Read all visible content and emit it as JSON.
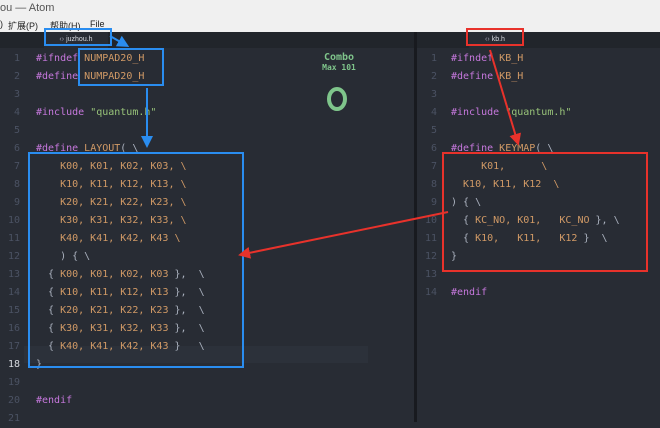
{
  "window": {
    "title": "ou — Atom"
  },
  "menu": [
    {
      "label": ")"
    },
    {
      "label": "扩展(P)"
    },
    {
      "label": "帮助(H)"
    },
    {
      "label": "File"
    }
  ],
  "tabs": {
    "left": "juzhou.h",
    "right": "kb.h"
  },
  "combo": {
    "label": "Combo",
    "max": "Max 101",
    "count": "0"
  },
  "left": {
    "numbers": [
      "1",
      "2",
      "3",
      "4",
      "5",
      "6",
      "7",
      "8",
      "9",
      "10",
      "11",
      "12",
      "13",
      "14",
      "15",
      "16",
      "17",
      "18",
      "19",
      "20",
      "21"
    ],
    "current_line": "18",
    "lines": [
      [
        {
          "t": "#ifndef ",
          "c": "kw"
        },
        {
          "t": "NUMPAD20_H",
          "c": "cst"
        }
      ],
      [
        {
          "t": "#define ",
          "c": "kw"
        },
        {
          "t": "NUMPAD20_H",
          "c": "cst"
        }
      ],
      [],
      [
        {
          "t": "#include ",
          "c": "kw"
        },
        {
          "t": "\"quantum.h\"",
          "c": "str"
        }
      ],
      [],
      [
        {
          "t": "#define ",
          "c": "kw"
        },
        {
          "t": "LAYOUT",
          "c": "cst"
        },
        {
          "t": "( \\",
          "c": "pn"
        }
      ],
      [
        {
          "t": "    K00, K01, K02, K03, \\",
          "c": "cst"
        }
      ],
      [
        {
          "t": "    K10, K11, K12, K13, \\",
          "c": "cst"
        }
      ],
      [
        {
          "t": "    K20, K21, K22, K23, \\",
          "c": "cst"
        }
      ],
      [
        {
          "t": "    K30, K31, K32, K33, \\",
          "c": "cst"
        }
      ],
      [
        {
          "t": "    K40, K41, K42, K43 \\",
          "c": "cst"
        }
      ],
      [
        {
          "t": "    ) { \\",
          "c": "pn"
        }
      ],
      [
        {
          "t": "  { ",
          "c": "pn"
        },
        {
          "t": "K00, K01, K02, K03",
          "c": "cst"
        },
        {
          "t": " },  \\",
          "c": "pn"
        }
      ],
      [
        {
          "t": "  { ",
          "c": "pn"
        },
        {
          "t": "K10, K11, K12, K13",
          "c": "cst"
        },
        {
          "t": " },  \\",
          "c": "pn"
        }
      ],
      [
        {
          "t": "  { ",
          "c": "pn"
        },
        {
          "t": "K20, K21, K22, K23",
          "c": "cst"
        },
        {
          "t": " },  \\",
          "c": "pn"
        }
      ],
      [
        {
          "t": "  { ",
          "c": "pn"
        },
        {
          "t": "K30, K31, K32, K33",
          "c": "cst"
        },
        {
          "t": " },  \\",
          "c": "pn"
        }
      ],
      [
        {
          "t": "  { ",
          "c": "pn"
        },
        {
          "t": "K40, K41, K42, K43",
          "c": "cst"
        },
        {
          "t": " }   \\",
          "c": "pn"
        }
      ],
      [
        {
          "t": "}",
          "c": "pn"
        }
      ],
      [],
      [
        {
          "t": "#endif",
          "c": "kw"
        }
      ],
      []
    ]
  },
  "right": {
    "numbers": [
      "1",
      "2",
      "3",
      "4",
      "5",
      "6",
      "7",
      "8",
      "9",
      "10",
      "11",
      "12",
      "13",
      "14"
    ],
    "lines": [
      [
        {
          "t": "#ifndef ",
          "c": "kw"
        },
        {
          "t": "KB_H",
          "c": "cst"
        }
      ],
      [
        {
          "t": "#define ",
          "c": "kw"
        },
        {
          "t": "KB_H",
          "c": "cst"
        }
      ],
      [],
      [
        {
          "t": "#include ",
          "c": "kw"
        },
        {
          "t": "\"quantum.h\"",
          "c": "str"
        }
      ],
      [],
      [
        {
          "t": "#define ",
          "c": "kw"
        },
        {
          "t": "KEYMAP",
          "c": "cst"
        },
        {
          "t": "( \\",
          "c": "pn"
        }
      ],
      [
        {
          "t": "     K01,      \\",
          "c": "cst"
        }
      ],
      [
        {
          "t": "  K10, K11, K12  \\",
          "c": "cst"
        }
      ],
      [
        {
          "t": ") { \\",
          "c": "pn"
        }
      ],
      [
        {
          "t": "  { ",
          "c": "pn"
        },
        {
          "t": "KC_NO, K01,   KC_NO",
          "c": "cst"
        },
        {
          "t": " }, \\",
          "c": "pn"
        }
      ],
      [
        {
          "t": "  { ",
          "c": "pn"
        },
        {
          "t": "K10,   K11,   K12",
          "c": "cst"
        },
        {
          "t": " }  \\",
          "c": "pn"
        }
      ],
      [
        {
          "t": "}",
          "c": "pn"
        }
      ],
      [],
      [
        {
          "t": "#endif",
          "c": "kw"
        }
      ]
    ]
  },
  "colors": {
    "annotation_red": "#e8322b",
    "annotation_blue": "#2a8df0"
  }
}
